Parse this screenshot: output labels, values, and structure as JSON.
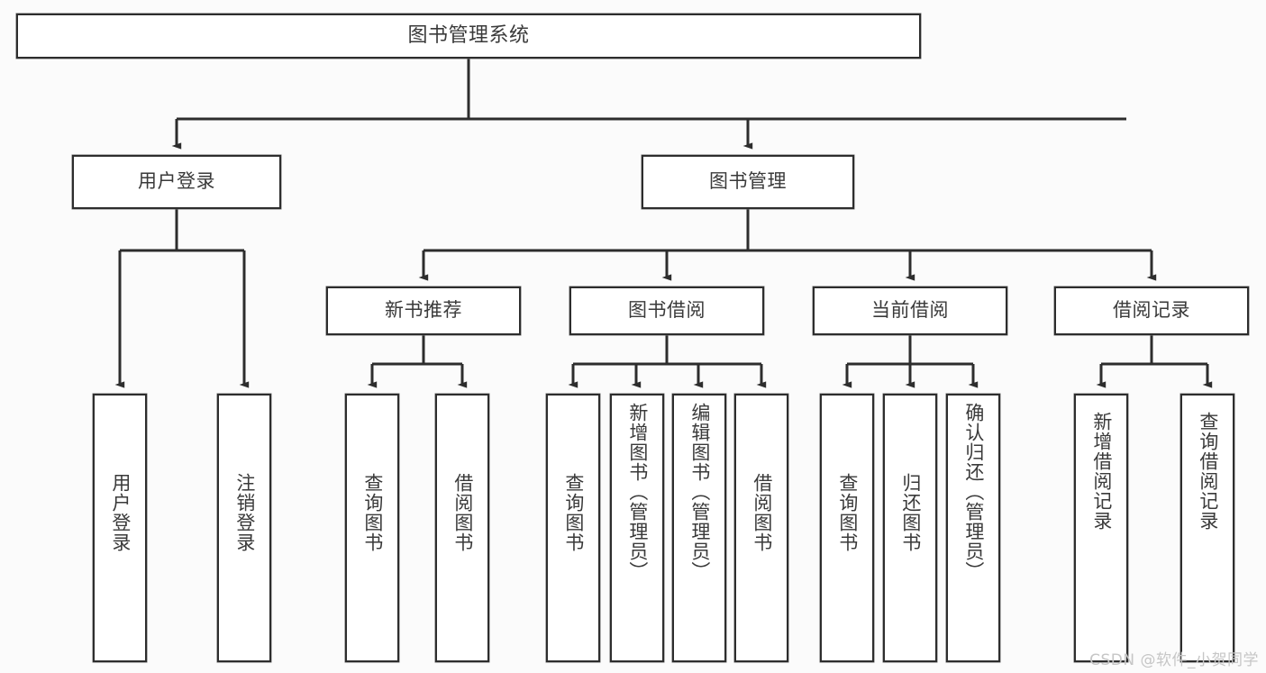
{
  "diagram": {
    "type": "hierarchy-tree",
    "title": "图书管理系统",
    "orientation": "top-down",
    "colors": {
      "box_border": "#2d2d2d",
      "box_fill": "#ffffff",
      "connector": "#2d2d2d",
      "text": "#3a3a3a",
      "page_background": "#fbfbfb",
      "watermark": "#c6c6c6"
    },
    "levels": {
      "root": {
        "label": "图书管理系统"
      },
      "level2": [
        {
          "label": "用户登录"
        },
        {
          "label": "图书管理"
        }
      ],
      "level3": [
        {
          "label": "新书推荐"
        },
        {
          "label": "图书借阅"
        },
        {
          "label": "当前借阅"
        },
        {
          "label": "借阅记录"
        }
      ],
      "leaves": [
        {
          "label": "用户登录",
          "parent": "用户登录"
        },
        {
          "label": "注销登录",
          "parent": "用户登录"
        },
        {
          "label": "查询图书",
          "parent": "新书推荐"
        },
        {
          "label": "借阅图书",
          "parent": "新书推荐"
        },
        {
          "label": "查询图书",
          "parent": "图书借阅"
        },
        {
          "label": "新增图书（管理员）",
          "parent": "图书借阅"
        },
        {
          "label": "编辑图书（管理员）",
          "parent": "图书借阅"
        },
        {
          "label": "借阅图书",
          "parent": "图书借阅"
        },
        {
          "label": "查询图书",
          "parent": "当前借阅"
        },
        {
          "label": "归还图书",
          "parent": "当前借阅"
        },
        {
          "label": "确认归还（管理员）",
          "parent": "当前借阅"
        },
        {
          "label": "新增借阅记录",
          "parent": "借阅记录"
        },
        {
          "label": "查询借阅记录",
          "parent": "借阅记录"
        }
      ]
    }
  },
  "watermark": {
    "text": "CSDN @软件_小贺同学"
  }
}
